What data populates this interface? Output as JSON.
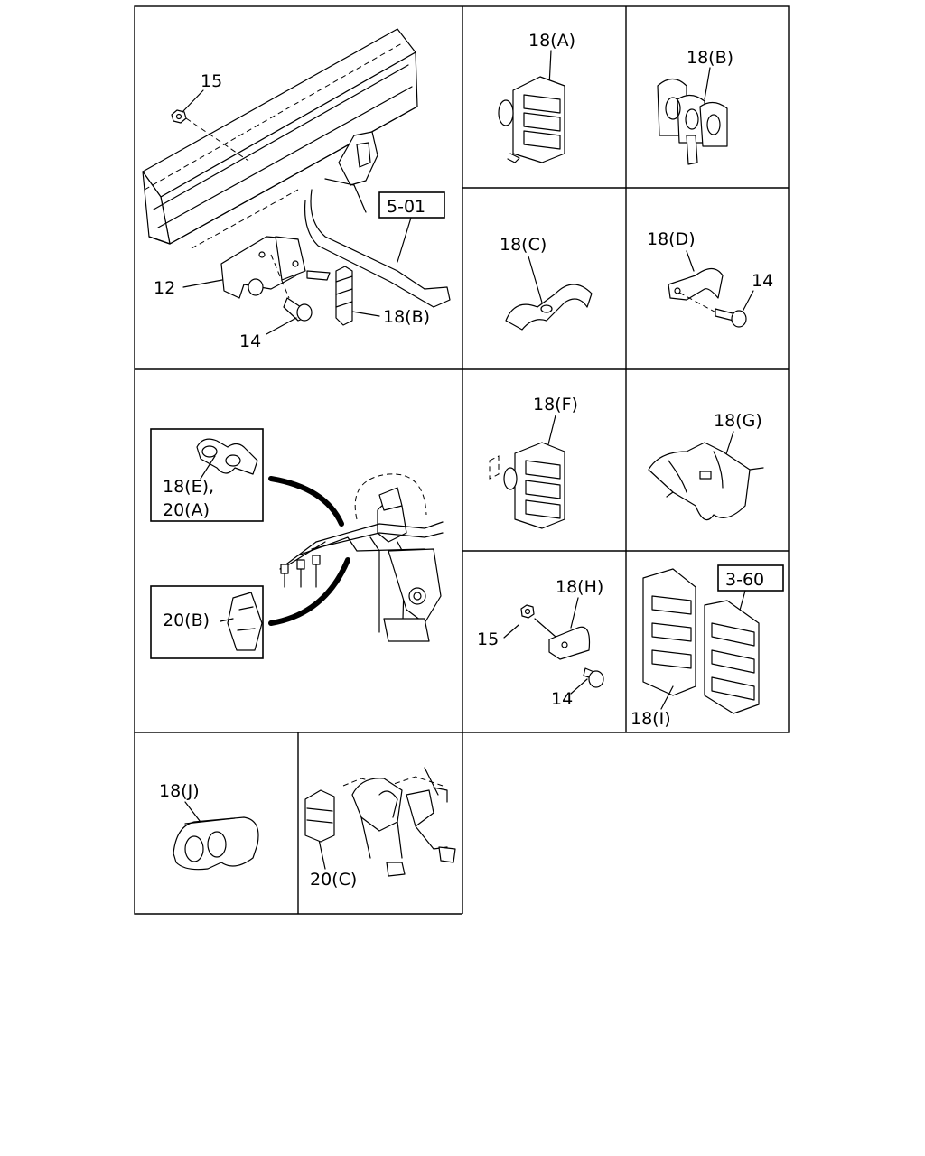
{
  "callouts": {
    "p15_top": "15",
    "ref_501": "5-01",
    "p12": "12",
    "p14_left": "14",
    "p18B_left": "18(B)",
    "p18A": "18(A)",
    "p18B": "18(B)",
    "p18C": "18(C)",
    "p18D": "18(D)",
    "p14_d": "14",
    "p18E": "18(E),",
    "p20A": "20(A)",
    "p20B": "20(B)",
    "p18F": "18(F)",
    "p18G": "18(G)",
    "p18H": "18(H)",
    "p15_h": "15",
    "p14_h": "14",
    "ref_360": "3-60",
    "p18I": "18(I)",
    "p18J": "18(J)",
    "p20C": "20(C)"
  }
}
